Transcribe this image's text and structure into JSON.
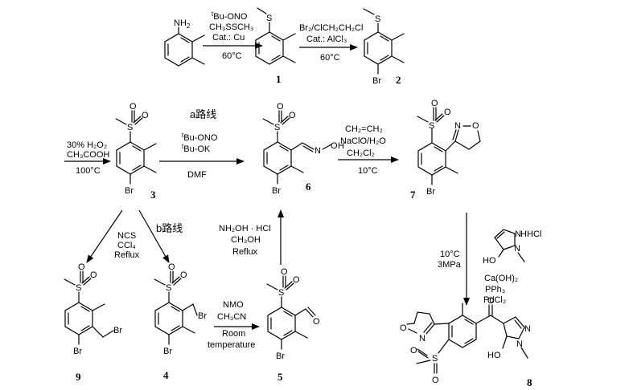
{
  "atoms": {
    "S": "S",
    "O": "O",
    "Br": "Br",
    "N": "N",
    "NH2": "NH",
    "NH2_sub": "2",
    "HO": "HO",
    "HCl": "HCl",
    "ON": "O"
  },
  "compounds": {
    "c1": "1",
    "c2": "2",
    "c3": "3",
    "c4": "4",
    "c5": "5",
    "c6": "6",
    "c7": "7",
    "c8": "8",
    "c9": "9"
  },
  "routes": {
    "a": "a路线",
    "b": "b路线"
  },
  "step1": {
    "r1_sup": "t",
    "r1": "Bu-ONO",
    "r2": "CH₃SSCH₃",
    "r3": "Cat.: Cu",
    "r4": "60°C"
  },
  "step2": {
    "r1": "Br₂/ClCH₂CH₂Cl",
    "r2": "Cat.: AlCl₃",
    "r3": "60°C"
  },
  "step3": {
    "r1": "30% H₂O₂",
    "r2": "CH₃COOH",
    "r3": "100°C"
  },
  "stepA": {
    "r1_sup": "t",
    "r1": "Bu-ONO",
    "r2_sup": "t",
    "r2": "Bu-OK",
    "r3": "DMF"
  },
  "step7": {
    "r1": "CH₂=CH₂",
    "r2": "NaClO/H₂O",
    "r3": "CH₂Cl₂",
    "r4": "10°C"
  },
  "stepNCS": {
    "r1": "NCS",
    "r2": "CCl₄",
    "r3": "Reflux"
  },
  "stepNMO": {
    "r1": "NMO",
    "r2": "CH₃CN",
    "r3": "Room",
    "r4": "temperature"
  },
  "stepOxime": {
    "r1": "NH₂OH · HCl",
    "r2": "CH₃OH",
    "r3": "Reflux"
  },
  "step8": {
    "r1": "10°C",
    "r2": "3MPa",
    "r3": "Ca(OH)₂",
    "r4": "PPh₃",
    "r5": "PdCl₂"
  }
}
